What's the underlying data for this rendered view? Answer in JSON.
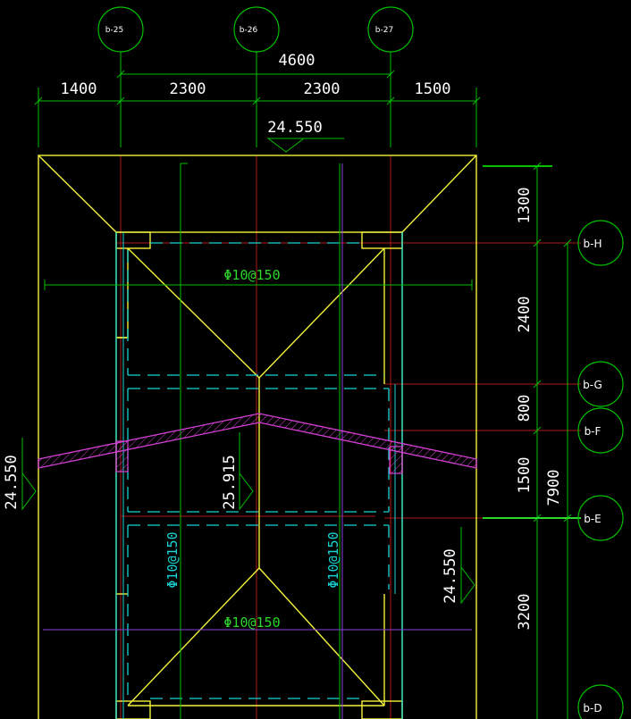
{
  "drawing": {
    "top_axes": [
      "b-25",
      "b-26",
      "b-27"
    ],
    "right_axes": [
      "b-H",
      "b-G",
      "b-F",
      "b-E",
      "b-D"
    ],
    "top_dims": {
      "overall": "4600",
      "segments": [
        "1400",
        "2300",
        "2300",
        "1500"
      ]
    },
    "right_dims": {
      "segments": [
        "1300",
        "2400",
        "800",
        "1500",
        "3200"
      ],
      "overall": "7900"
    },
    "elevations": {
      "top": "24.550",
      "left": "24.550",
      "right": "24.550",
      "ridge": "25.915"
    },
    "rebar_labels": {
      "upper": "Φ10@150",
      "lower": "Φ10@150",
      "left_vertical": "Φ10@150",
      "right_vertical": "Φ10@150"
    },
    "colors": {
      "background": "#000000",
      "outline_yellow": "#f2f23a",
      "wall_cyan": "#17d3d3",
      "axis_green": "#00c000",
      "section_magenta": "#d43fd4",
      "ridge_purple": "#8a3fe0",
      "grid_red": "#b01818"
    }
  }
}
